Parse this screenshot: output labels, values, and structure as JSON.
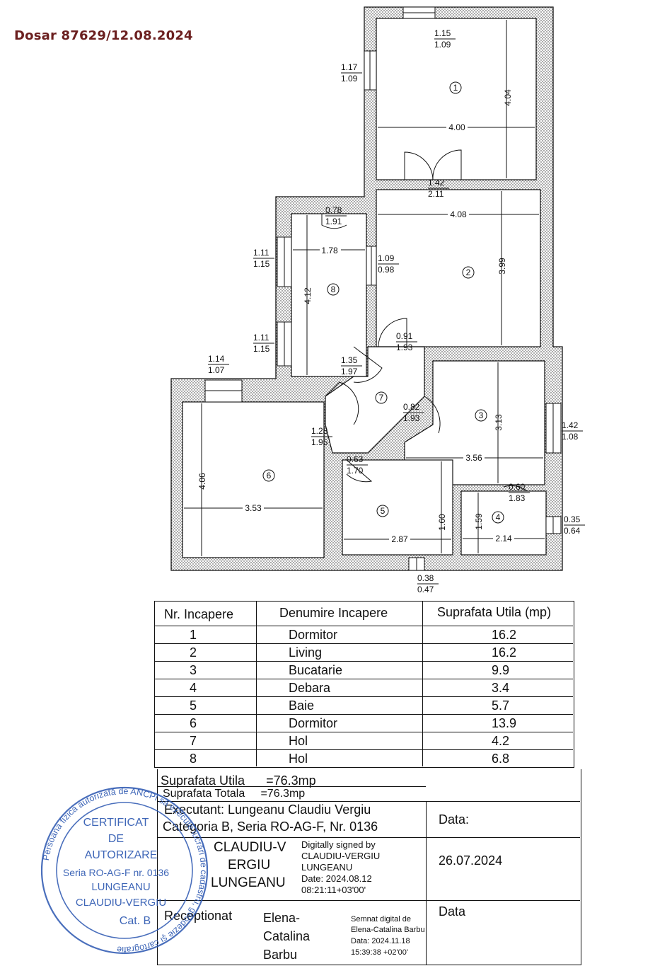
{
  "header": {
    "dosar": "Dosar 87629/12.08.2024"
  },
  "plan": {
    "rooms": [
      {
        "number": "1",
        "width": "4.00",
        "length": "4.04"
      },
      {
        "number": "2",
        "width": "4.08",
        "length": "3.99"
      },
      {
        "number": "3",
        "width": "3.56",
        "length": "3.13"
      },
      {
        "number": "4",
        "width": "2.14",
        "length": "1.59"
      },
      {
        "number": "5",
        "width": "2.87",
        "length": "1.60"
      },
      {
        "number": "6",
        "width": "3.53",
        "length": "4.06"
      },
      {
        "number": "7"
      },
      {
        "number": "8",
        "width": "1.78",
        "length": "4.12"
      }
    ],
    "openings": [
      {
        "top": "1.15",
        "bottom": "1.09"
      },
      {
        "top": "1.17",
        "bottom": "1.09"
      },
      {
        "top": "1.42",
        "bottom": "2.11"
      },
      {
        "top": "0.78",
        "bottom": "1.91"
      },
      {
        "top": "1.11",
        "bottom": "1.15"
      },
      {
        "top": "1.09",
        "bottom": "0.98"
      },
      {
        "top": "1.11",
        "bottom": "1.15"
      },
      {
        "top": "0.91",
        "bottom": "1.93"
      },
      {
        "top": "1.14",
        "bottom": "1.07"
      },
      {
        "top": "1.35",
        "bottom": "1.97"
      },
      {
        "top": "0.82",
        "bottom": "1.93"
      },
      {
        "top": "1.42",
        "bottom": "1.08"
      },
      {
        "top": "1.28",
        "bottom": "1.95"
      },
      {
        "top": "0.63",
        "bottom": "1.70"
      },
      {
        "top": "0.60",
        "bottom": "1.83"
      },
      {
        "top": "0.35",
        "bottom": "0.64"
      },
      {
        "top": "0.38",
        "bottom": "0.47"
      }
    ]
  },
  "table": {
    "headers": [
      "Nr. Incapere",
      "Denumire Incapere",
      "Suprafata Utila (mp)"
    ],
    "rows": [
      [
        "1",
        "Dormitor",
        "16.2"
      ],
      [
        "2",
        "Living",
        "16.2"
      ],
      [
        "3",
        "Bucatarie",
        "9.9"
      ],
      [
        "4",
        "Debara",
        "3.4"
      ],
      [
        "5",
        "Baie",
        "5.7"
      ],
      [
        "6",
        "Dormitor",
        "13.9"
      ],
      [
        "7",
        "Hol",
        "4.2"
      ],
      [
        "8",
        "Hol",
        "6.8"
      ]
    ],
    "suprafata_utila": "Suprafata Utila      =76.3mp",
    "suprafata_totala": "Suprafata Totala     =76.3mp",
    "executant_line1": "Executant: Lungeanu Claudiu Vergiu",
    "executant_line2": "Categoria B, Seria RO-AG-F, Nr. 0136",
    "data_label": "Data:",
    "data_value": "26.07.2024",
    "receptionat_label": "Receptionat",
    "data2_label": "Data",
    "receptionat_name": [
      "Elena-",
      "Catalina",
      "Barbu"
    ]
  },
  "signature1": {
    "name_lines": [
      "CLAUDIU-V",
      "ERGIU",
      "LUNGEANU"
    ],
    "info_lines": [
      "Digitally signed by",
      "CLAUDIU-VERGIU",
      "LUNGEANU",
      "Date: 2024.08.12",
      "08:21:11+03'00'"
    ]
  },
  "signature2": {
    "info_lines": [
      "Semnat digital de",
      "Elena-Catalina Barbu",
      "Data: 2024.11.18",
      "15:39:38 +02'00'"
    ]
  },
  "stamp": {
    "outer_text": "Persoana fizica autorizată de ANCPI să execute lucrări de cadastru, geodezie şi cartografie",
    "lines": [
      "CERTIFICAT",
      "DE",
      "AUTORIZARE",
      "Seria RO-AG-F nr. 0136",
      "LUNGEANU",
      "CLAUDIU-VERGIU",
      "Cat. B"
    ]
  },
  "colors": {
    "stamp": "#2a56b0",
    "dosar": "#6b1f1f",
    "line": "#111111"
  }
}
